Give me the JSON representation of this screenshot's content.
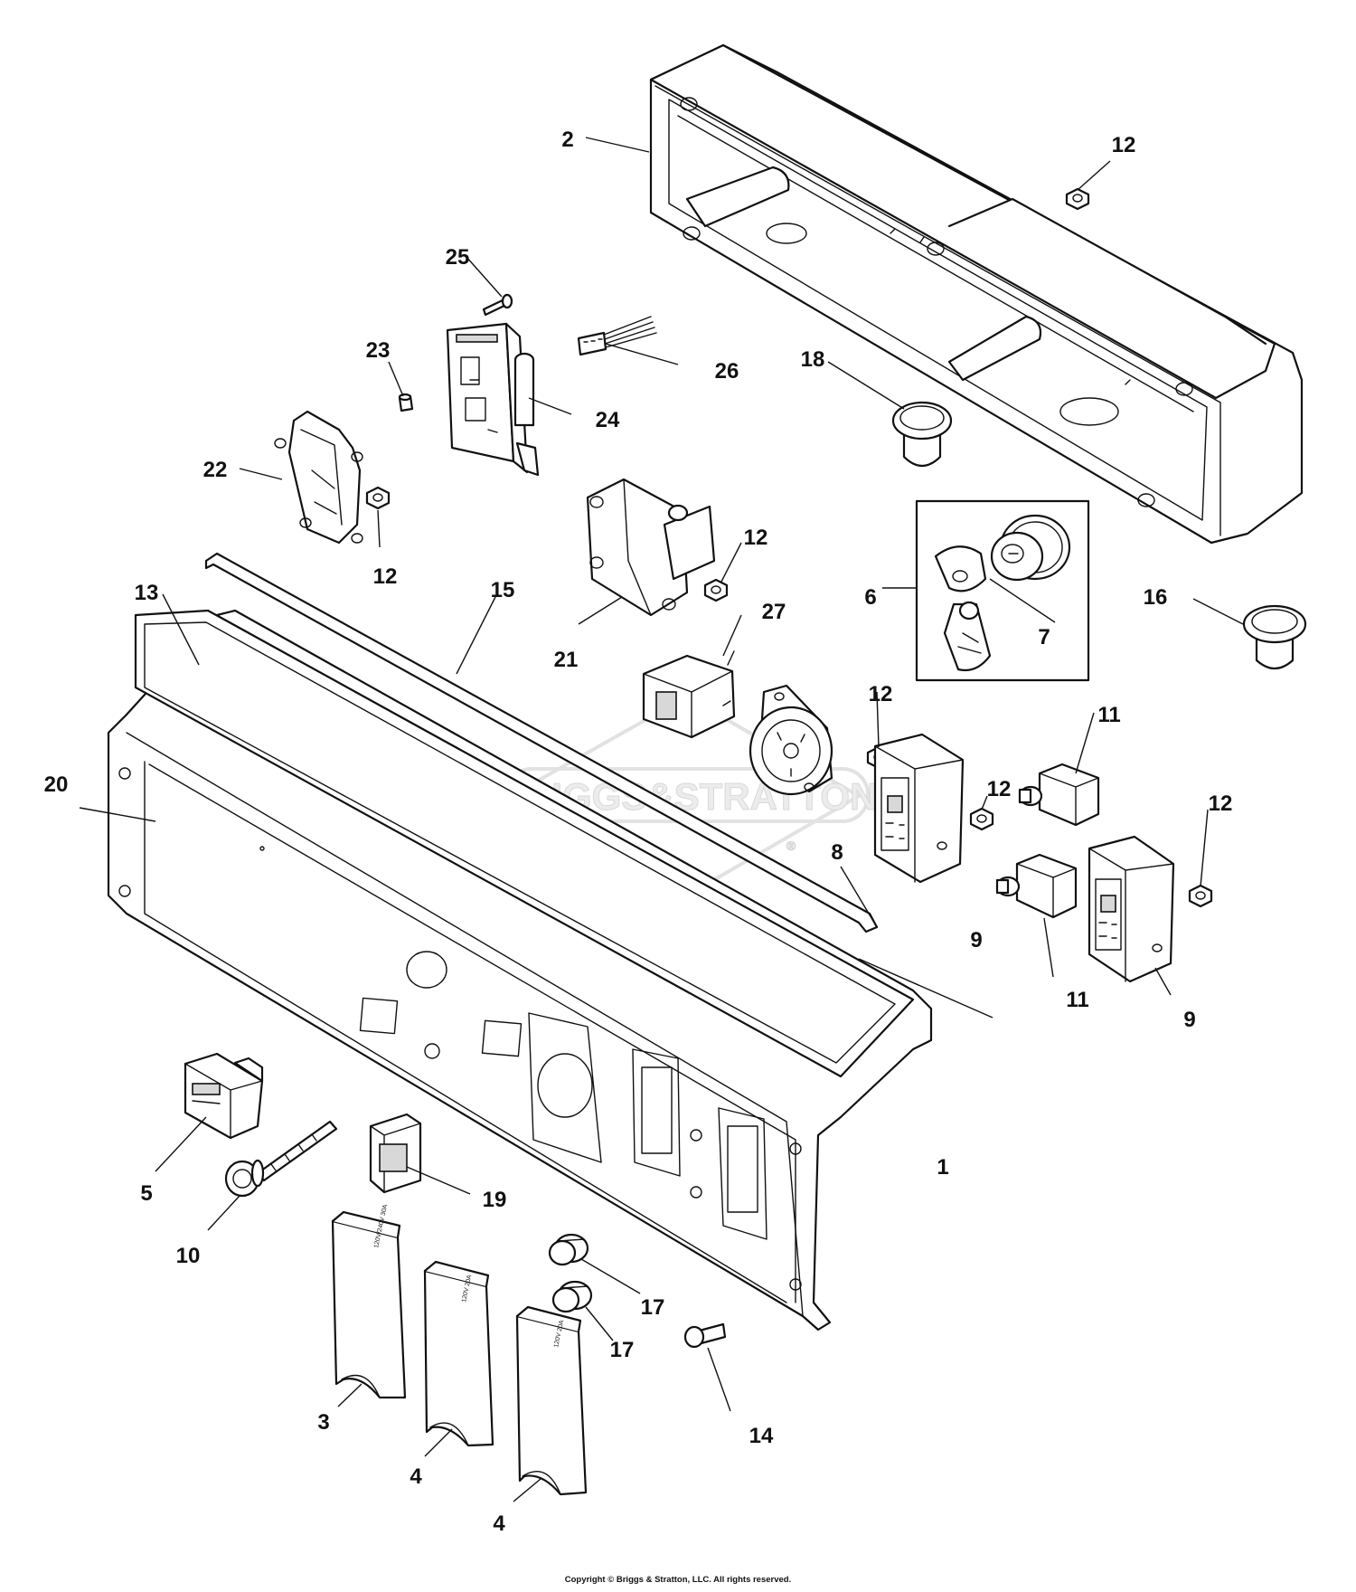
{
  "diagram": {
    "watermark": {
      "logo_text": "BRIGGS&STRATTON",
      "mark": "®"
    },
    "callouts": {
      "c1": "1",
      "c2": "2",
      "c3": "3",
      "c4a": "4",
      "c4b": "4",
      "c5": "5",
      "c6": "6",
      "c7": "7",
      "c8": "8",
      "c9a": "9",
      "c9b": "9",
      "c10": "10",
      "c11a": "11",
      "c11b": "11",
      "c12a": "12",
      "c12b": "12",
      "c12c": "12",
      "c12d": "12",
      "c12e": "12",
      "c12f": "12",
      "c13": "13",
      "c14": "14",
      "c15": "15",
      "c16": "16",
      "c17a": "17",
      "c17b": "17",
      "c18": "18",
      "c19": "19",
      "c20": "20",
      "c21": "21",
      "c22": "22",
      "c23": "23",
      "c24": "24",
      "c25": "25",
      "c26": "26",
      "c27": "27"
    },
    "cover_labels": {
      "cover3": "120V/240V 30A",
      "cover4a": "120V 20A",
      "cover4b": "120V 20A"
    }
  },
  "footer": {
    "copyright": "Copyright © Briggs & Stratton, LLC. All rights reserved."
  }
}
